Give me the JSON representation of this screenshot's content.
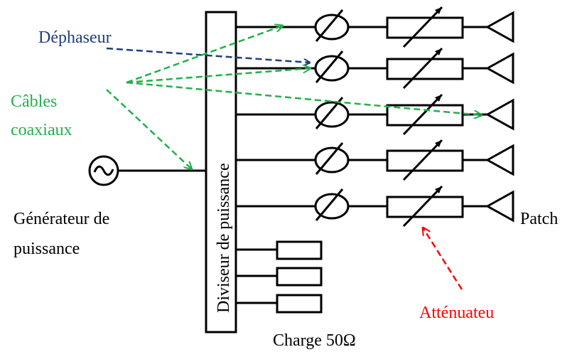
{
  "labels": {
    "dephaseur": "Déphaseur",
    "cables": "Câbles",
    "coaxiaux": "coaxiaux",
    "generateur_line1": "Générateur de",
    "generateur_line2": "puissance",
    "diviseur": "Diviseur de puissance",
    "patch": "Patch",
    "attenuateur": "Atténuateu",
    "charge": "Charge 50Ω"
  },
  "colors": {
    "dephaseur": "#1f3f7a",
    "cables": "#22b04a",
    "attenuateur": "#ff0000",
    "lines": "#000000"
  },
  "icons": {
    "generator": "ac-source-icon",
    "phase_shifter": "variable-phase-shifter-icon",
    "attenuator": "variable-attenuator-icon",
    "antenna": "patch-antenna-icon",
    "load": "resistor-load-icon"
  }
}
